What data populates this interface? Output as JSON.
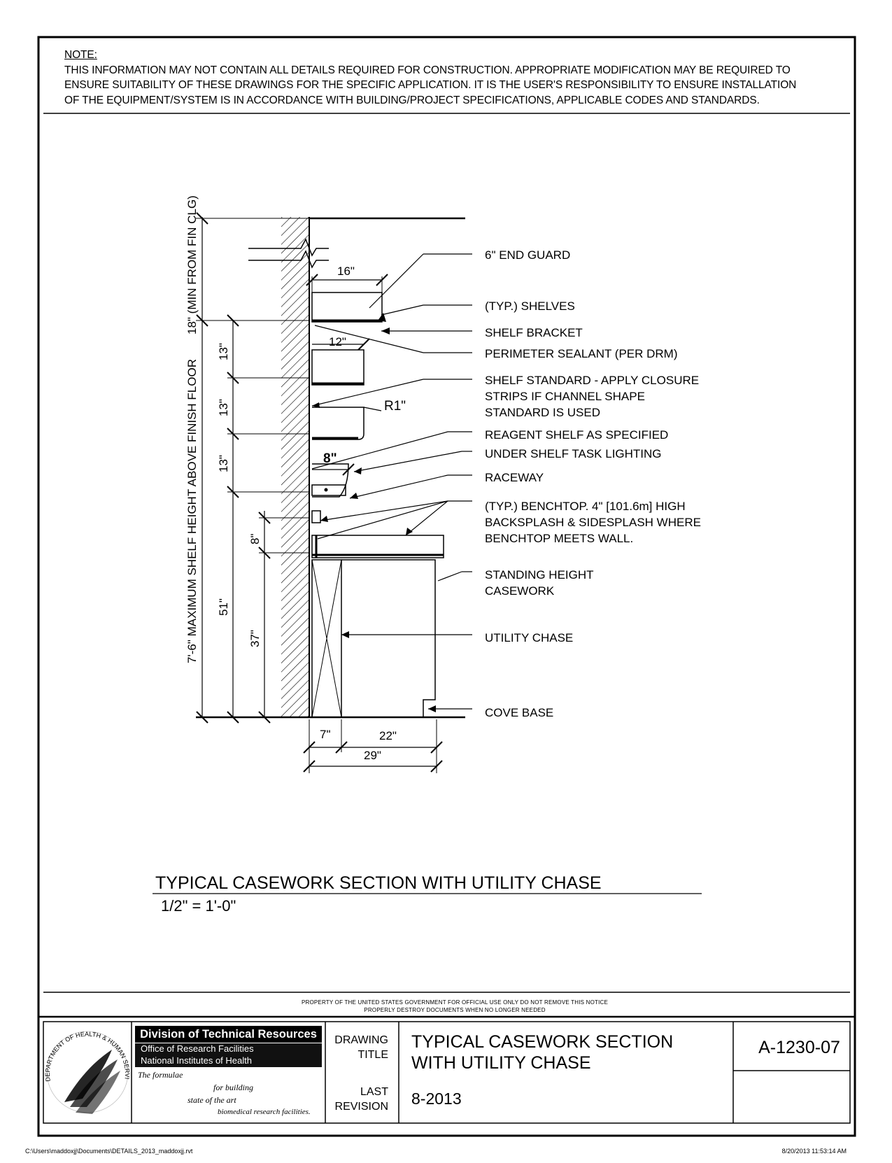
{
  "note": {
    "heading": "NOTE:",
    "lines": [
      "THIS INFORMATION MAY NOT CONTAIN ALL DETAILS REQUIRED FOR CONSTRUCTION.  APPROPRIATE MODIFICATION MAY BE REQUIRED TO",
      "ENSURE SUITABILITY OF THESE DRAWINGS FOR THE SPECIFIC APPLICATION.  IT IS THE USER'S RESPONSIBILITY TO ENSURE INSTALLATION",
      "OF THE EQUIPMENT/SYSTEM IS IN ACCORDANCE WITH BUILDING/PROJECT SPECIFICATIONS, APPLICABLE CODES AND STANDARDS."
    ]
  },
  "labels": {
    "end_guard": "6\" END GUARD",
    "shelves": "(TYP.) SHELVES",
    "shelf_bracket": "SHELF BRACKET",
    "perimeter_sealant": "PERIMETER SEALANT (PER DRM)",
    "shelf_standard_1": "SHELF STANDARD - APPLY CLOSURE",
    "shelf_standard_2": "STRIPS IF CHANNEL SHAPE",
    "shelf_standard_3": "STANDARD IS USED",
    "reagent_shelf": "REAGENT SHELF AS SPECIFIED",
    "task_lighting": "UNDER SHELF TASK LIGHTING",
    "raceway": "RACEWAY",
    "benchtop_1": "(TYP.) BENCHTOP. 4\" [101.6m] HIGH",
    "benchtop_2": "BACKSPLASH & SIDESPLASH WHERE",
    "benchtop_3": "BENCHTOP MEETS WALL.",
    "casework_1": "STANDING HEIGHT",
    "casework_2": "CASEWORK",
    "utility_chase": "UTILITY CHASE",
    "cove_base": "COVE BASE"
  },
  "dimensions": {
    "d16": "16\"",
    "d12": "12\"",
    "r1": "R1\"",
    "d8_shelf": "8\"",
    "d13a": "13\"",
    "d13b": "13\"",
    "d13c": "13\"",
    "d51": "51\"",
    "d8_vert": "8\"",
    "d37": "37\"",
    "d18": "18\" (MIN FROM FIN CLG)",
    "d7_6": "7'-6\" MAXIMUM SHELF HEIGHT ABOVE FINISH FLOOR",
    "d7": "7\"",
    "d22": "22\"",
    "d29": "29\""
  },
  "drawing": {
    "title": "TYPICAL CASEWORK SECTION WITH UTILITY CHASE",
    "scale": "1/2\" = 1'-0\""
  },
  "property_notice": {
    "line1": "PROPERTY OF THE UNITED STATES GOVERNMENT FOR OFFICIAL USE ONLY DO NOT REMOVE THIS NOTICE",
    "line2": "PROPERLY DESTROY DOCUMENTS WHEN NO LONGER NEEDED"
  },
  "title_block": {
    "seal_text": "DEPARTMENT OF HEALTH & HUMAN SERVICES USA",
    "org_name": "Division of Technical Resources",
    "org_sub1": "Office of Research Facilities",
    "org_sub2": "National Institutes of Health",
    "tagline_1": "The formulae",
    "tagline_2": "for building",
    "tagline_3": "state of the art",
    "tagline_4": "biomedical research facilities.",
    "drawing_title_label_1": "DRAWING",
    "drawing_title_label_2": "TITLE",
    "drawing_title_1": "TYPICAL CASEWORK SECTION",
    "drawing_title_2": "WITH UTILITY CHASE",
    "last_revision_label_1": "LAST",
    "last_revision_label_2": "REVISION",
    "last_revision": "8-2013",
    "sheet_number": "A-1230-07"
  },
  "footer": {
    "file_path": "C:\\Users\\maddoxjj\\Documents\\DETAILS_2013_maddoxjj.rvt",
    "timestamp": "8/20/2013 11:53:14 AM"
  }
}
